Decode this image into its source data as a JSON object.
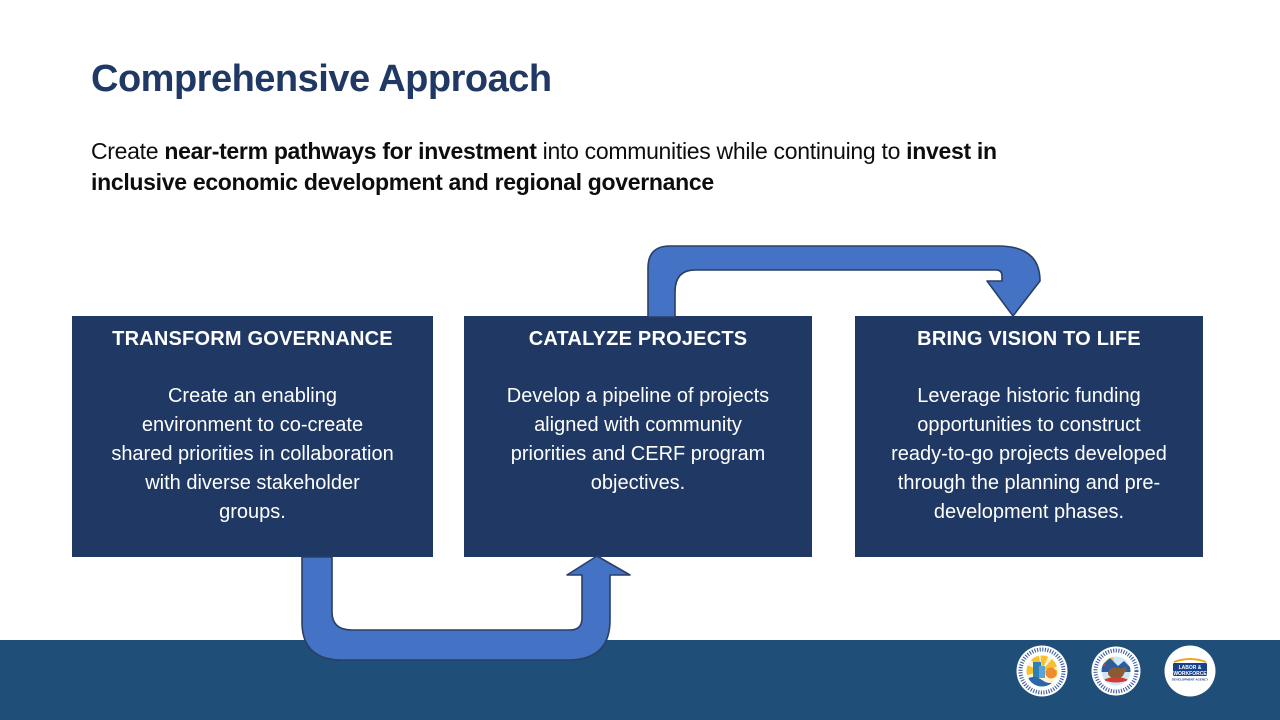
{
  "slide": {
    "title": "Comprehensive Approach",
    "subtitle_segments": [
      {
        "t": "Create ",
        "b": false
      },
      {
        "t": "near-term pathways for investment",
        "b": true
      },
      {
        "t": " into communities while continuing to ",
        "b": false
      },
      {
        "t": "invest in",
        "b": true
      },
      {
        "br": true
      },
      {
        "t": "inclusive economic development and regional governance",
        "b": true
      }
    ]
  },
  "boxes": [
    {
      "title": "TRANSFORM GOVERNANCE",
      "body_lines": [
        "Create an enabling",
        "environment to co-create",
        "shared priorities in collaboration",
        "with diverse stakeholder",
        "groups."
      ]
    },
    {
      "title": "CATALYZE PROJECTS",
      "body_lines": [
        "Develop a pipeline of projects",
        "aligned with community",
        "priorities and CERF program",
        "objectives."
      ]
    },
    {
      "title": "BRING VISION TO LIFE",
      "body_lines": [
        "Leverage historic funding",
        "opportunities to construct",
        "ready-to-go projects developed",
        "through the planning and pre-",
        "development phases."
      ]
    }
  ],
  "footer": {
    "logos": [
      {
        "name": "California Governor's Office of Business and Economic Development seal"
      },
      {
        "name": "Governor's Office of Planning and Research, State of California seal"
      },
      {
        "name": "Labor & Workforce Development Agency seal",
        "line1": "LABOR &",
        "line2": "WORKFORCE",
        "line3": "DEVELOPMENT AGENCY"
      }
    ]
  },
  "colors": {
    "box_navy": "#1F3864",
    "title_navy": "#1F3864",
    "arrow_blue": "#4472C4",
    "arrow_outline": "#2A3F66",
    "footer_blue": "#1F4E79",
    "text_black": "#0D0D0D",
    "text_white": "#FFFFFF"
  }
}
